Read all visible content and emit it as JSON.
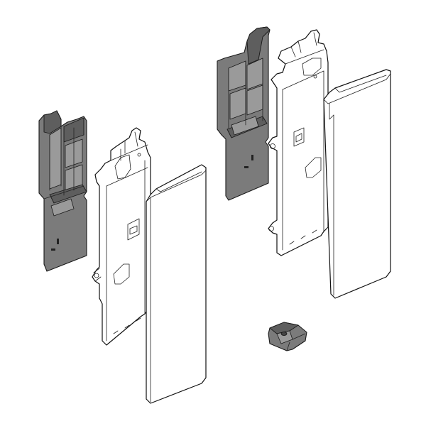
{
  "figure": {
    "colors": {
      "background": "#ffffff",
      "outline": "#111111",
      "grey_part": "#7b7b7b",
      "grey_part_dark": "#5e5e5e",
      "grey_part_light": "#9a9a9a",
      "front_panel": "#ffffff"
    },
    "assemblies": [
      {
        "id": "left-assembly",
        "parts": [
          "grey-bracket",
          "metal-adapter-plate",
          "front-cover-panel"
        ]
      },
      {
        "id": "right-assembly",
        "parts": [
          "grey-bracket",
          "metal-adapter-plate",
          "front-cover-panel"
        ]
      }
    ],
    "extra_parts": [
      "small-clip"
    ]
  }
}
